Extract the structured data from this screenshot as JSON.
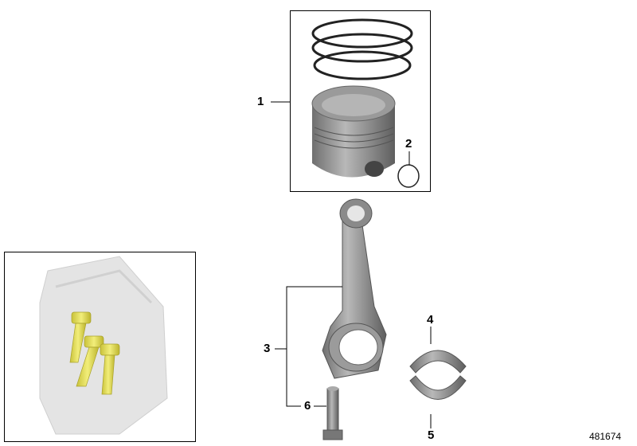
{
  "diagram": {
    "document_number": "481674",
    "callouts": [
      "1",
      "2",
      "3",
      "4",
      "5",
      "6"
    ],
    "highlight_color": "#e8e45a",
    "part_color": "#8c8c8c"
  }
}
